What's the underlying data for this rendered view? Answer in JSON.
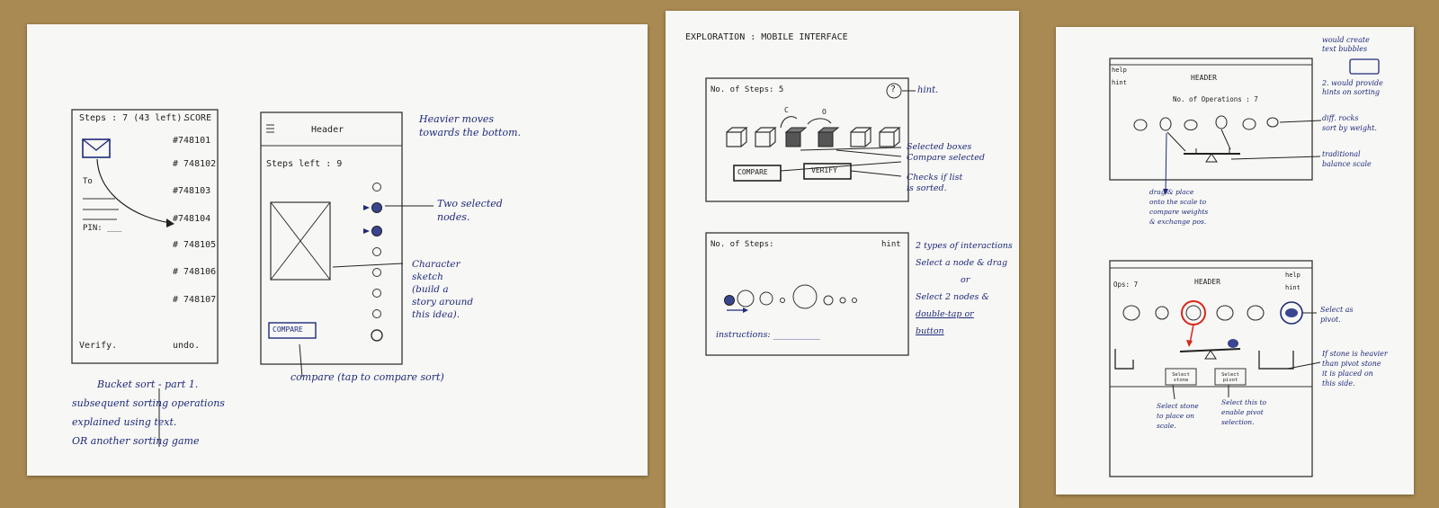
{
  "sheet1": {
    "phone_a": {
      "steps_header": "Steps : 7 (43 left).",
      "score_header": "SCORE",
      "scores": [
        "#748101",
        "# 748102",
        "#748103",
        "#748104",
        "# 748105",
        "# 748106",
        "# 748107"
      ],
      "to_label": "To",
      "pin_label": "PIN: ___",
      "verify": "Verify.",
      "undo": "undo."
    },
    "phone_b": {
      "header": "Header",
      "steps_left": "Steps left : 9",
      "compare_button": "COMPARE"
    },
    "notes": {
      "heavier": [
        "Heavier moves",
        "towards the bottom."
      ],
      "two_selected": [
        "Two selected",
        "nodes."
      ],
      "character": [
        "Character",
        "sketch",
        "(build a",
        "story around",
        "this idea)."
      ],
      "compare_caption": "compare (tap to compare sort)",
      "bucket": [
        "Bucket sort - part 1.",
        "subsequent sorting operations",
        "explained using text.",
        "OR another sorting game"
      ]
    }
  },
  "sheet2": {
    "title": "EXPLORATION : MOBILE INTERFACE",
    "frame1": {
      "steps": "No. of Steps: 5",
      "help": "?",
      "mark_c": "C",
      "mark_o": "O",
      "compare_button": "COMPARE",
      "verify_button": "VERIFY"
    },
    "frame1_notes": {
      "hint": "hint.",
      "selected": [
        "Selected boxes",
        "Compare selected"
      ],
      "checks": [
        "Checks if list",
        "is sorted."
      ]
    },
    "frame2": {
      "steps": "No. of Steps:",
      "hint": "hint",
      "instructions": "instructions: ___________"
    },
    "frame2_notes": [
      "2 types of interactions",
      "Select a node & drag",
      "or",
      "Select 2 nodes &",
      "double-tap or",
      "button"
    ]
  },
  "sheet3": {
    "window1": {
      "help": "help",
      "hint": "hint",
      "header": "HEADER",
      "operations": "No. of Operations : 7"
    },
    "window1_notes": {
      "bubbles": [
        "would create",
        "text bubbles"
      ],
      "hints": [
        "2. would provide",
        "hints on sorting"
      ],
      "rocks": [
        "diff. rocks",
        "sort by weight."
      ],
      "scale": [
        "traditional",
        "balance scale"
      ],
      "drag": [
        "drag & place",
        "onto the scale to",
        "compare weights",
        "& exchange pos."
      ]
    },
    "window2": {
      "ops": "Ops: 7",
      "header": "HEADER",
      "help": "help",
      "hint": "hint",
      "select_stone_button": "Select stone",
      "select_pivot_button": "Select pivot"
    },
    "window2_notes": {
      "pivot": [
        "Select as",
        "pivot."
      ],
      "heavier": [
        "If stone is heavier",
        "than pivot stone",
        "it is placed on",
        "this side."
      ],
      "select_stone": [
        "Select stone",
        "to place on",
        "scale."
      ],
      "select_pivot": [
        "Select this to",
        "enable pivot",
        "selection."
      ]
    }
  },
  "colors": {
    "desk": "#a98a52",
    "paper": "#f7f7f5",
    "ink_blue": "#1f2a7a",
    "pencil": "#222222",
    "red_marker": "#d9261c"
  }
}
